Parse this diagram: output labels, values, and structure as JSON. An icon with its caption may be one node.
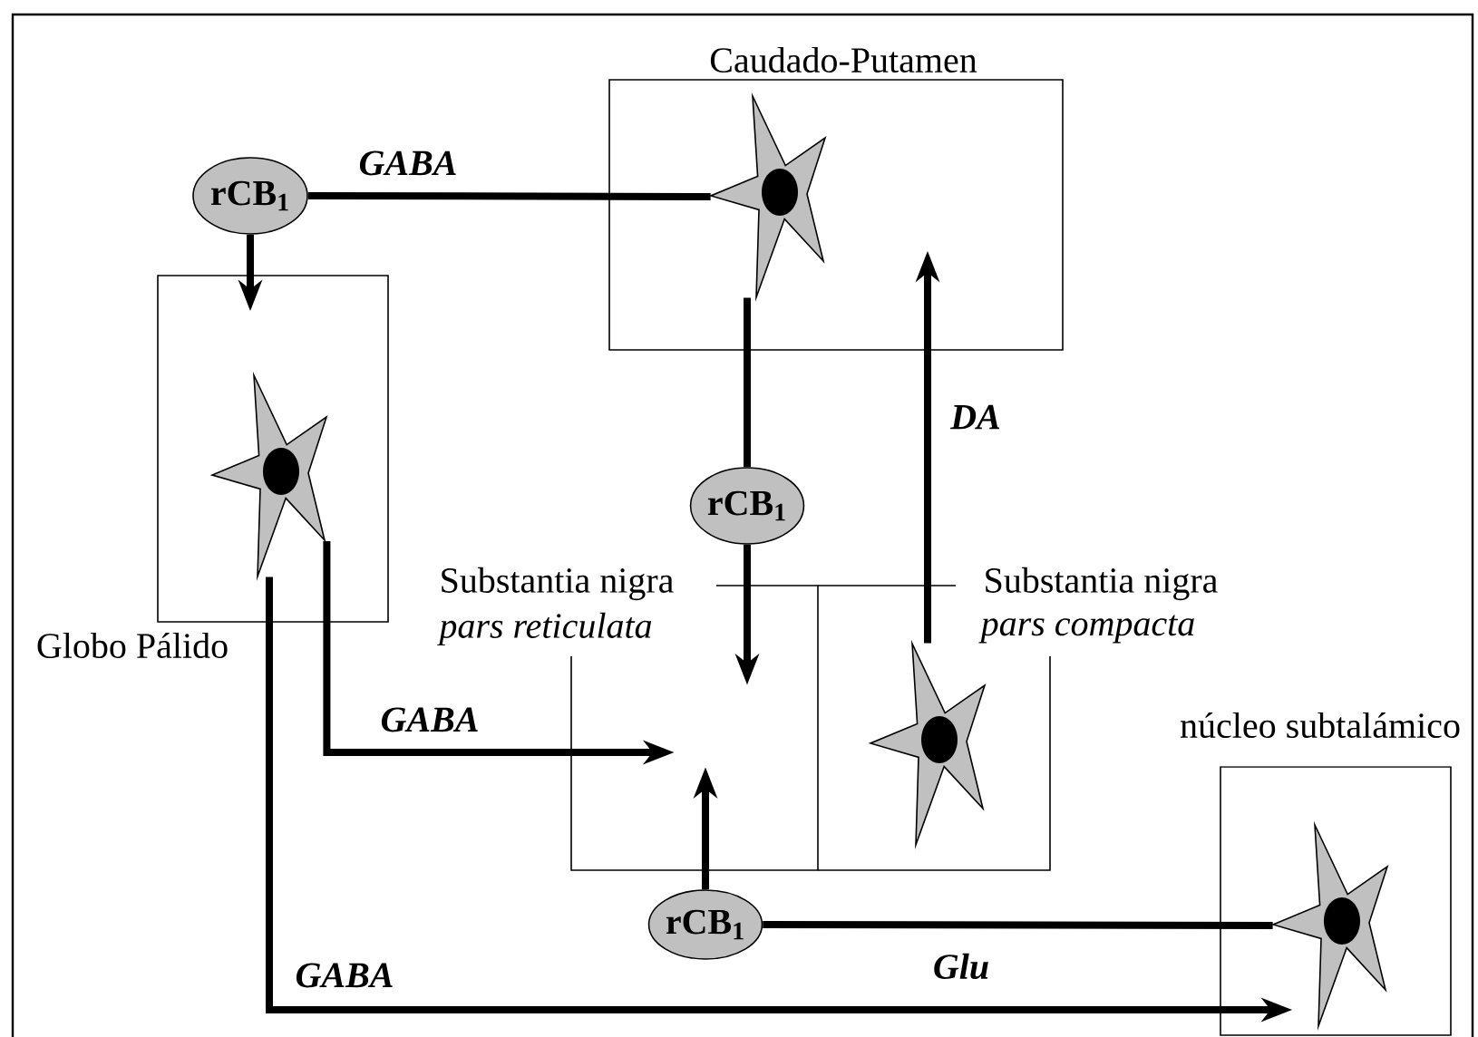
{
  "diagram": {
    "nodes": [
      {
        "text": [
          "Caudado-Putamen"
        ]
      },
      {
        "text": [],
        "shape": "star",
        "in": 0
      },
      {
        "text": [
          "rCB$_{1}$"
        ]
      },
      {
        "text": [
          "Globo Pálido"
        ]
      },
      {
        "text": [],
        "shape": "star",
        "in": 3
      },
      {
        "text": [
          "rCB$_{1}$"
        ]
      },
      {
        "text": [
          "Substantia nigra",
          "pars reticulata"
        ]
      },
      {
        "text": [
          "Substantia nigra",
          "pars compacta"
        ]
      },
      {
        "text": [],
        "shape": "star",
        "in": 7
      },
      {
        "text": [
          "núcleo subtalámico"
        ]
      },
      {
        "text": [],
        "shape": "star",
        "in": 9
      },
      {
        "text": [
          "rCB$_{1}$"
        ]
      }
    ],
    "edges": [
      {
        "from": 1,
        "to": 2,
        "arrow": "none",
        "label": "GABA"
      },
      {
        "from": 2,
        "to": 3,
        "arrow": "to"
      },
      {
        "from": 1,
        "to": 5,
        "arrow": "none"
      },
      {
        "from": 5,
        "to": 6,
        "arrow": "to"
      },
      {
        "from": 8,
        "to": 0,
        "arrow": "to",
        "label": "DA"
      },
      {
        "from": 4,
        "to": 6,
        "arrow": "to",
        "label": "GABA"
      },
      {
        "from": 4,
        "to": 9,
        "arrow": "to",
        "label": "GABA"
      },
      {
        "from": 10,
        "to": 11,
        "arrow": "none",
        "label": "Glu"
      },
      {
        "from": 11,
        "to": 6,
        "arrow": "to"
      }
    ]
  }
}
